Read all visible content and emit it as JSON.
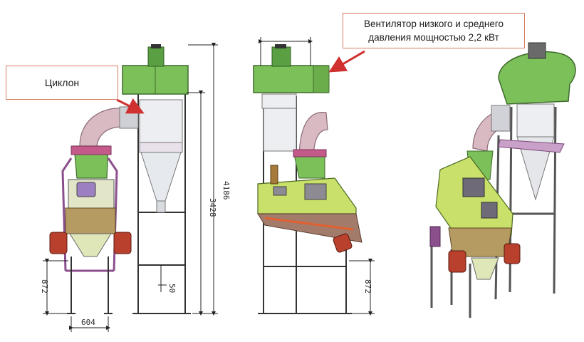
{
  "callouts": {
    "cyclone": "Циклон",
    "fan_line1": "Вентилятор низкого и среднего",
    "fan_line2": "давления мощностью 2,2 кВт"
  },
  "dimensions": {
    "total_height": "4186",
    "cyclone_support_height": "3428",
    "leg_height_left": "872",
    "leg_height_right": "872",
    "frame_width": "604",
    "step": "50"
  },
  "colors": {
    "fan": "#7cc05a",
    "cyclone": "#eceef2",
    "elbow": "#d9b9c2",
    "frame": "#8c4f8e",
    "sieve_body": "#c9e06a",
    "hopper": "#b59a62",
    "motor": "#b8402c",
    "callout_border": "#d77a63",
    "arrow": "#d03030"
  }
}
